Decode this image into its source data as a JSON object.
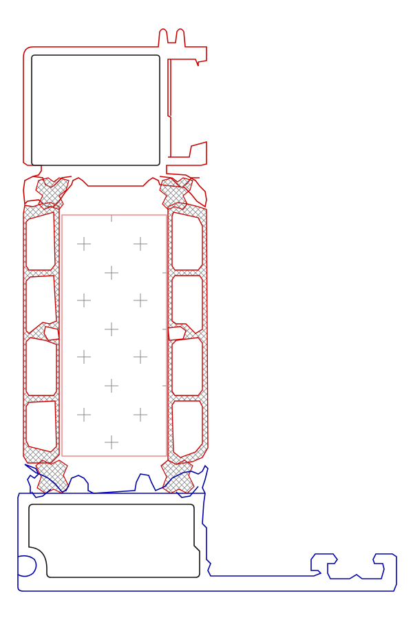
{
  "colors": {
    "background": "#ffffff",
    "top_profile": "#cc0000",
    "bottom_profile": "#0000aa",
    "chamber_outline": "#111111",
    "insulation_outline": "#f08080",
    "insulation_marks": "#888888",
    "thermal_break_hatch": "#888888"
  },
  "parts": [
    {
      "name": "top-aluminium-profile",
      "color_key": "top_profile"
    },
    {
      "name": "bottom-aluminium-profile",
      "color_key": "bottom_profile"
    },
    {
      "name": "left-insulating-bar",
      "color_key": "top_profile"
    },
    {
      "name": "right-insulating-bar",
      "color_key": "top_profile"
    },
    {
      "name": "insulation-core",
      "color_key": "insulation_outline"
    }
  ]
}
